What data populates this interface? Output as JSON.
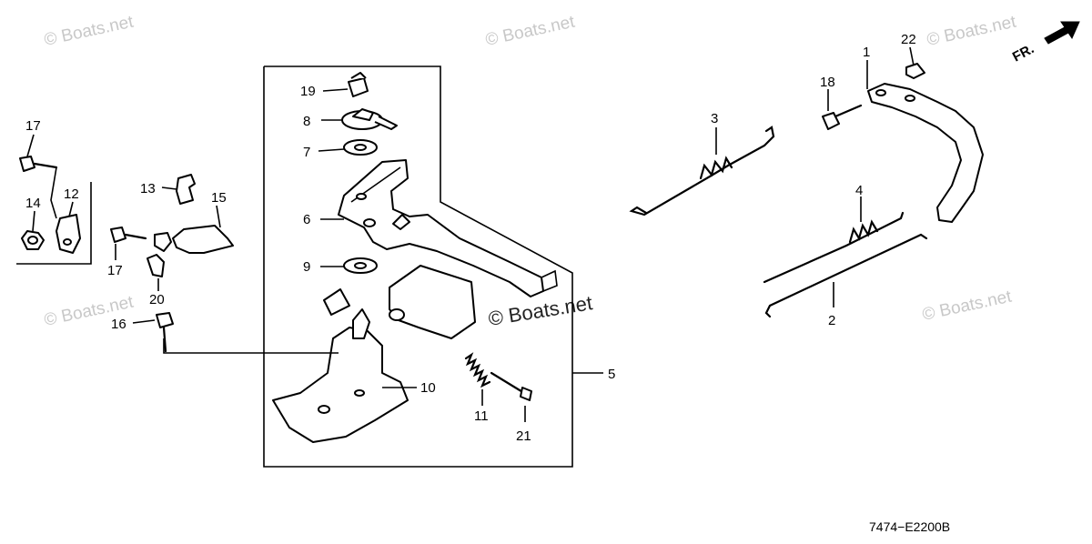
{
  "watermarks": {
    "copyright": "© Boats.net",
    "center": "© Boats.net"
  },
  "diagram_code": "7474−E2200B",
  "front_indicator": "FR.",
  "callouts": [
    {
      "id": "c1",
      "label": "1"
    },
    {
      "id": "c2",
      "label": "2"
    },
    {
      "id": "c3",
      "label": "3"
    },
    {
      "id": "c4",
      "label": "4"
    },
    {
      "id": "c5",
      "label": "5"
    },
    {
      "id": "c6",
      "label": "6"
    },
    {
      "id": "c7",
      "label": "7"
    },
    {
      "id": "c8",
      "label": "8"
    },
    {
      "id": "c9",
      "label": "9"
    },
    {
      "id": "c10",
      "label": "10"
    },
    {
      "id": "c11",
      "label": "11"
    },
    {
      "id": "c12",
      "label": "12"
    },
    {
      "id": "c13",
      "label": "13"
    },
    {
      "id": "c14",
      "label": "14"
    },
    {
      "id": "c15",
      "label": "15"
    },
    {
      "id": "c16",
      "label": "16"
    },
    {
      "id": "c17a",
      "label": "17"
    },
    {
      "id": "c17b",
      "label": "17"
    },
    {
      "id": "c18",
      "label": "18"
    },
    {
      "id": "c19",
      "label": "19"
    },
    {
      "id": "c20",
      "label": "20"
    },
    {
      "id": "c21",
      "label": "21"
    },
    {
      "id": "c22",
      "label": "22"
    }
  ]
}
